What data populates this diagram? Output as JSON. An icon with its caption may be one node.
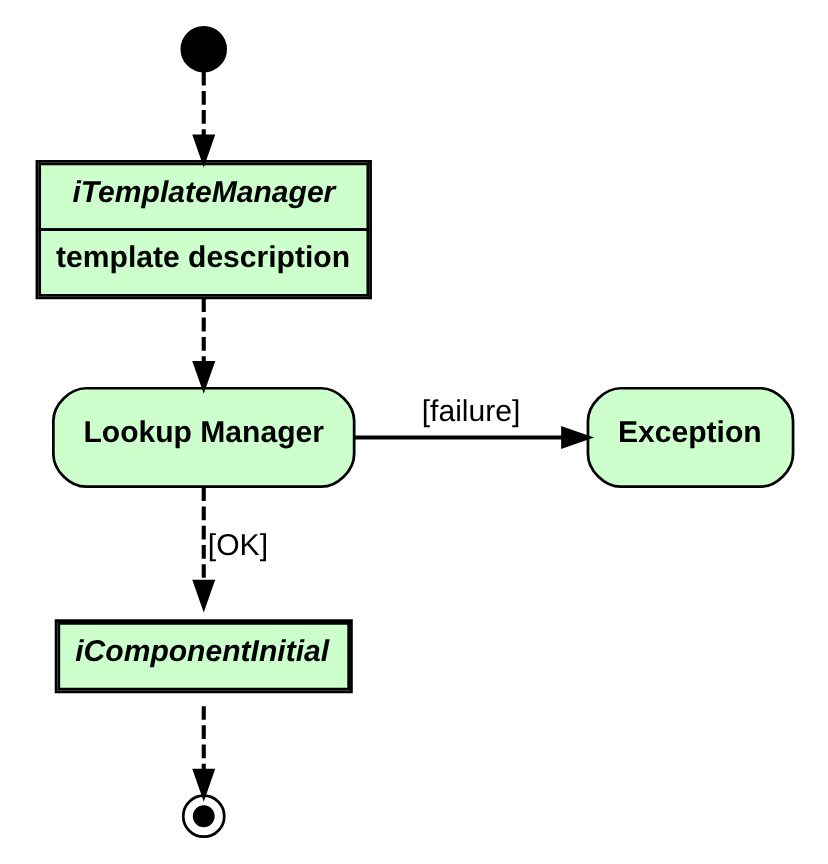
{
  "diagram": {
    "nodes": [
      {
        "text": [],
        "shape": "circle"
      },
      {
        "text": [
          "iTemplateManager",
          "template description"
        ]
      },
      {
        "text": [
          "Lookup Manager"
        ]
      },
      {
        "text": [
          "Exception"
        ]
      },
      {
        "text": [
          "iComponentInitial"
        ]
      },
      {
        "text": [],
        "shape": "circle"
      }
    ],
    "edges": [
      {
        "from": 0,
        "to": 1,
        "arrow": "to",
        "style": "dashed"
      },
      {
        "from": 1,
        "to": 2,
        "arrow": "to",
        "style": "dashed"
      },
      {
        "from": 2,
        "to": 3,
        "arrow": "to",
        "label": "[failure]"
      },
      {
        "from": 2,
        "to": 4,
        "arrow": "to",
        "label": "[OK]",
        "style": "dashed"
      },
      {
        "from": 4,
        "to": 5,
        "arrow": "to",
        "style": "dashed"
      }
    ]
  }
}
